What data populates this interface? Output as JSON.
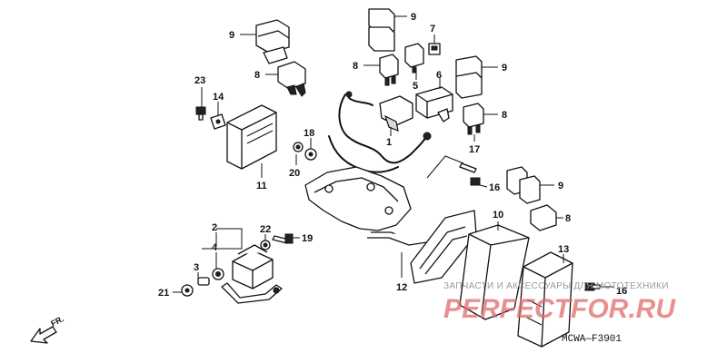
{
  "callouts": {
    "c1": "1",
    "c2": "2",
    "c3": "3",
    "c4": "4",
    "c5": "5",
    "c6": "6",
    "c7": "7",
    "c8a": "8",
    "c8b": "8",
    "c8c": "8",
    "c8d": "8",
    "c9a": "9",
    "c9b": "9",
    "c9c": "9",
    "c9d": "9",
    "c10": "10",
    "c11": "11",
    "c12": "12",
    "c13": "13",
    "c14": "14",
    "c16a": "16",
    "c16b": "16",
    "c17": "17",
    "c18": "18",
    "c19": "19",
    "c20": "20",
    "c21": "21",
    "c22": "22",
    "c23": "23"
  },
  "diagram_code": "MCWA—F3901",
  "direction_label": "FR.",
  "watermark": {
    "tagline": "ЗАПЧАСТИ И АКСЕССУАРЫ ДЛЯ МОТОТЕХНИКИ",
    "brand": "PERFECTFOR.RU"
  }
}
